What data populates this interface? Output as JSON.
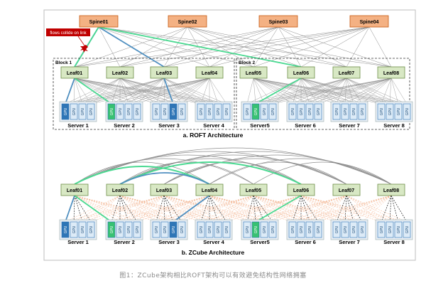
{
  "colors": {
    "spine_fill": "#f4b183",
    "spine_stroke": "#c55a11",
    "leaf_fill": "#d8e8c4",
    "leaf_stroke": "#6f8f4a",
    "gpu_fill": "#ddebf7",
    "gpu_stroke": "#2e75b6",
    "gpu_blue": "#2e75b6",
    "gpu_green": "#38c172",
    "link_gray": "#8c8c8c",
    "link_blue": "#4f8fc0",
    "link_green": "#4ad991",
    "link_orange": "#f3b08a",
    "link_black": "#222222",
    "annotation_fill": "#c00000"
  },
  "roft": {
    "title": "a. ROFT Architecture",
    "spines": [
      "Spine01",
      "Spine02",
      "Spine03",
      "Spine04"
    ],
    "blocks": [
      "Block 1",
      "Block 2"
    ],
    "leaves": [
      "Leaf01",
      "Leaf02",
      "Leaf03",
      "Leaf04",
      "Leaf05",
      "Leaf06",
      "Leaf07",
      "Leaf08"
    ],
    "servers": [
      "Server 1",
      "Server 2",
      "Server 3",
      "Server 4",
      "Server5",
      "Server 6",
      "Server 7",
      "Server 8"
    ],
    "gpu_label": "GPU",
    "annotation": "flows collide on link"
  },
  "zcube": {
    "title": "b. ZCube Architecture",
    "leaves": [
      "Leaf01",
      "Leaf02",
      "Leaf03",
      "Leaf04",
      "Leaf05",
      "Leaf06",
      "Leaf07",
      "Leaf08"
    ],
    "servers": [
      "Server 1",
      "Server 2",
      "Server 3",
      "Server 4",
      "Server5",
      "Server 6",
      "Server 7",
      "Server 8"
    ],
    "gpu_label": "GPU"
  },
  "caption": "图1：ZCube架构相比ROFT架构可以有效避免结构性网络拥塞"
}
